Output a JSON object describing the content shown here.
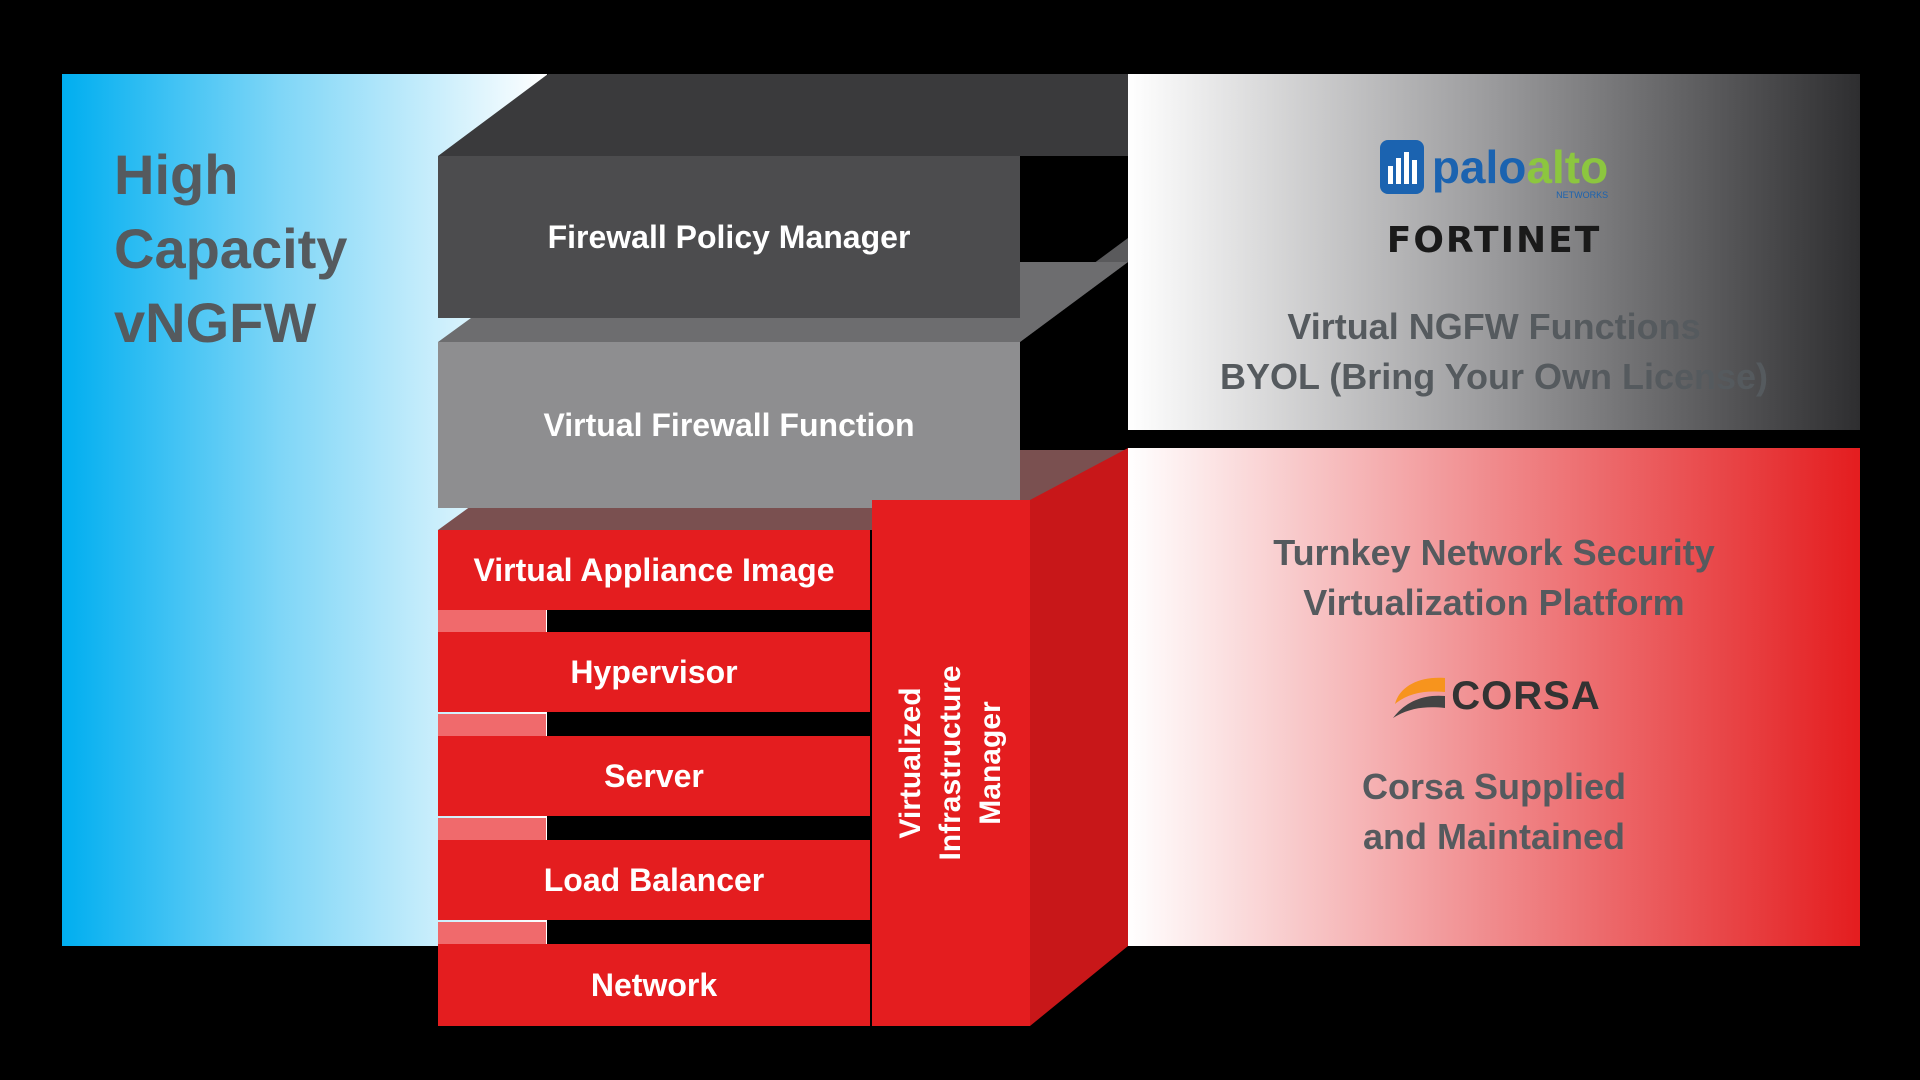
{
  "left_panel": {
    "title_lines": [
      "High",
      "Capacity",
      "vNGFW"
    ]
  },
  "stack": {
    "layers": [
      {
        "label": "Firewall Policy Manager"
      },
      {
        "label": "Virtual Firewall Function"
      },
      {
        "label": "Virtual Appliance Image"
      },
      {
        "label": "Hypervisor"
      },
      {
        "label": "Server"
      },
      {
        "label": "Load Balancer"
      },
      {
        "label": "Network"
      }
    ],
    "side_column": {
      "lines": [
        "Virtualized",
        "Infrastructure",
        "Manager"
      ]
    }
  },
  "right_top": {
    "logos": {
      "paloalto": {
        "word_a": "palo",
        "word_b": "alto",
        "tag": "NETWORKS"
      },
      "fortinet": {
        "word": "FORTINET"
      }
    },
    "lines": [
      "Virtual NGFW Functions",
      "BYOL (Bring Your Own License)"
    ]
  },
  "right_bottom": {
    "lines": [
      "Turnkey Network Security",
      "Virtualization Platform"
    ],
    "logo": {
      "word": "CORSA"
    },
    "lines2": [
      "Corsa Supplied",
      "and Maintained"
    ]
  },
  "colors": {
    "red": "#e41d1f",
    "dark_gray": "#4c4c4e",
    "mid_gray": "#8e8e90",
    "blue": "#00aef0",
    "text_gray": "#555a5e"
  }
}
